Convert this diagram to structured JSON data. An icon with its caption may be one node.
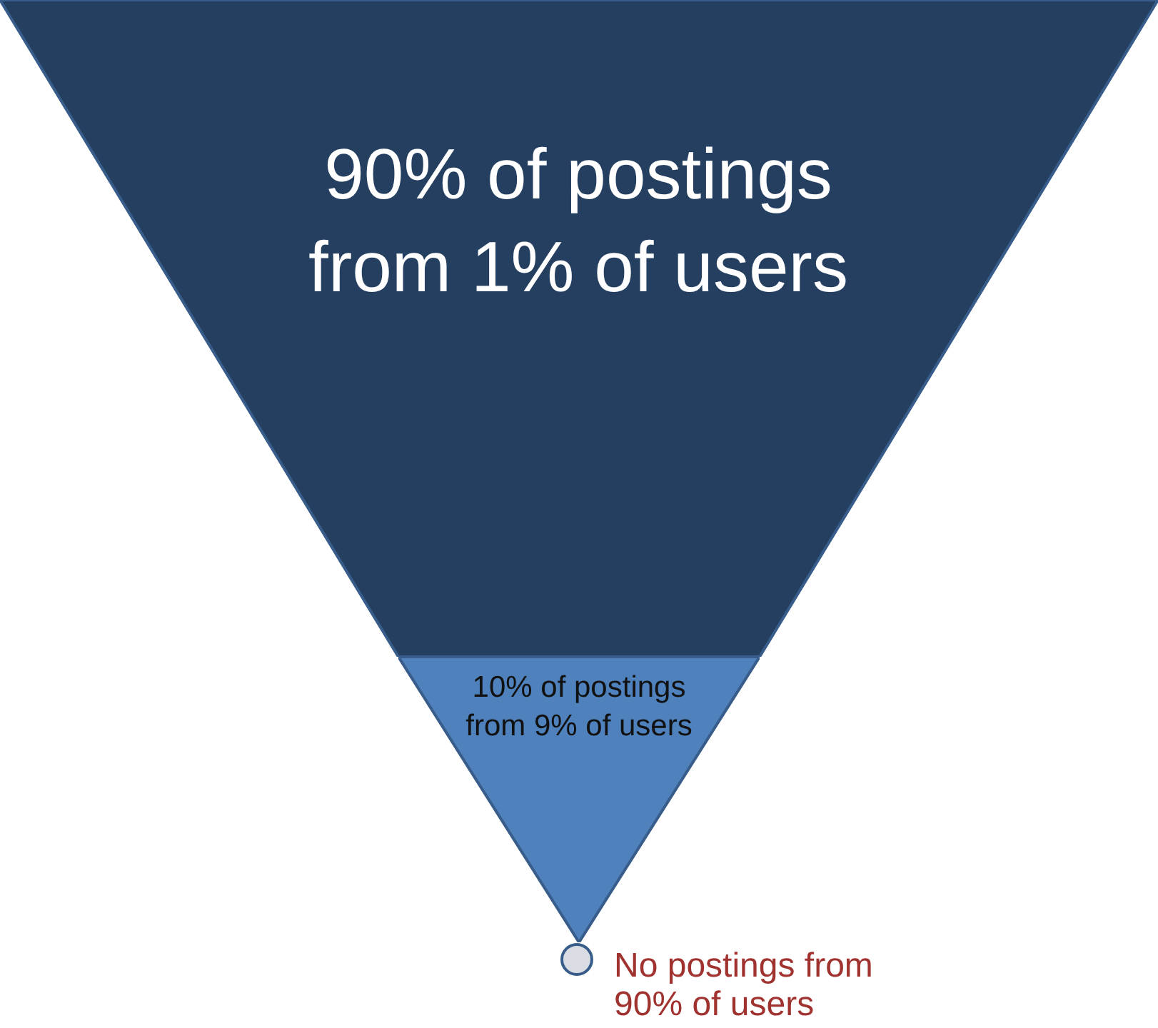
{
  "diagram": {
    "nodes": [
      {
        "text": [
          "90% of postings from 1% of users"
        ]
      },
      {
        "text": [
          "10% of postings from 9% of users"
        ]
      },
      {
        "text": [],
        "shape": "circle",
        "beside": [
          "No postings from 90% of users"
        ]
      }
    ]
  }
}
